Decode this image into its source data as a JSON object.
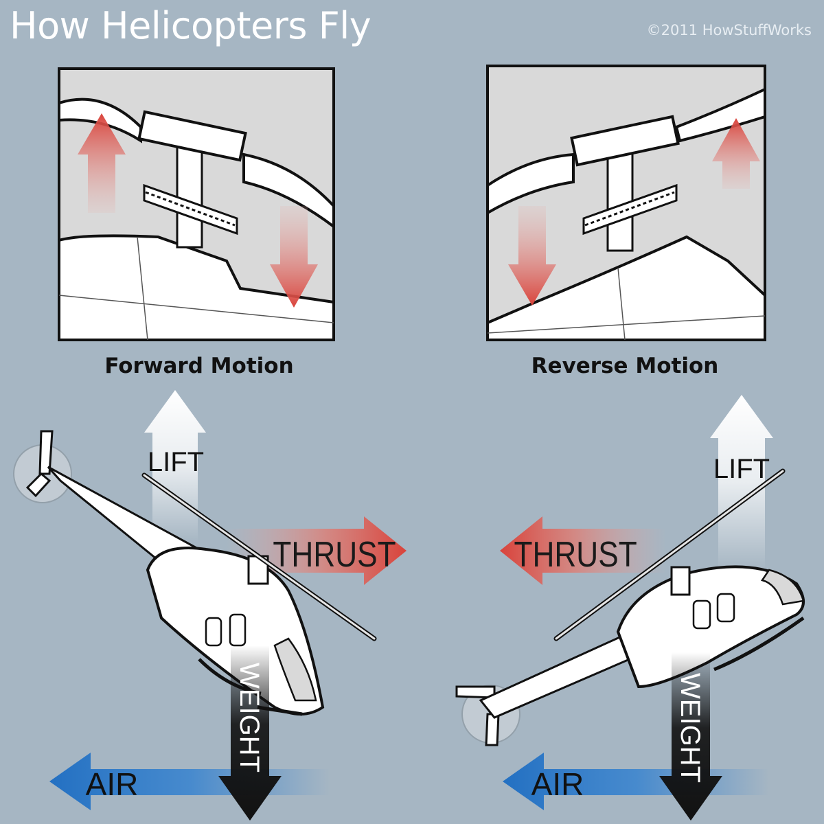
{
  "header": {
    "title": "How Helicopters Fly",
    "copyright": "©2011 HowStuffWorks"
  },
  "panels": [
    {
      "caption": "Forward Motion"
    },
    {
      "caption": "Reverse Motion"
    }
  ],
  "labels": {
    "lift": "LIFT",
    "thrust": "THRUST",
    "weight": "WEIGHT",
    "air": "AIR"
  },
  "colors": {
    "background": "#a6b6c3",
    "force_red": "#d9433b",
    "air_blue": "#2f7fd0",
    "weight_black": "#111111",
    "lift_white": "#ffffff"
  }
}
